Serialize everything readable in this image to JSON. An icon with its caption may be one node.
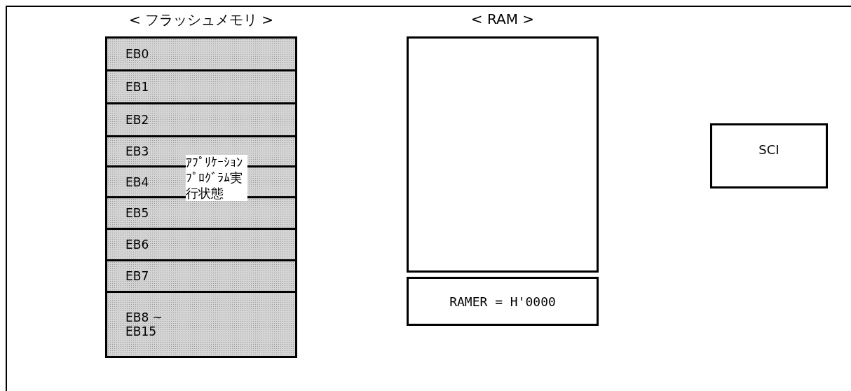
{
  "diagram": {
    "nodes": [
      {
        "text": [
          "< フラッシュメモリ >"
        ]
      },
      {
        "text": [
          "EB0"
        ],
        "in": 0
      },
      {
        "text": [
          "EB1"
        ],
        "in": 0
      },
      {
        "text": [
          "EB2"
        ],
        "in": 0
      },
      {
        "text": [
          "EB3"
        ],
        "in": 0
      },
      {
        "text": [
          "EB4"
        ],
        "in": 0
      },
      {
        "text": [
          "EB5"
        ],
        "in": 0
      },
      {
        "text": [
          "EB6"
        ],
        "in": 0
      },
      {
        "text": [
          "EB7"
        ],
        "in": 0
      },
      {
        "text": [
          "EB8 ~ EB15"
        ],
        "in": 0
      },
      {
        "text": [
          "< RAM >"
        ]
      },
      {
        "text": [
          "RAMER = H'0000"
        ]
      },
      {
        "text": [
          "SCI"
        ]
      }
    ],
    "labels": [
      "ｱﾌﾟﾘｹｰｼｮﾝﾌﾟﾛｸﾞﾗﾑ実行状態"
    ]
  }
}
